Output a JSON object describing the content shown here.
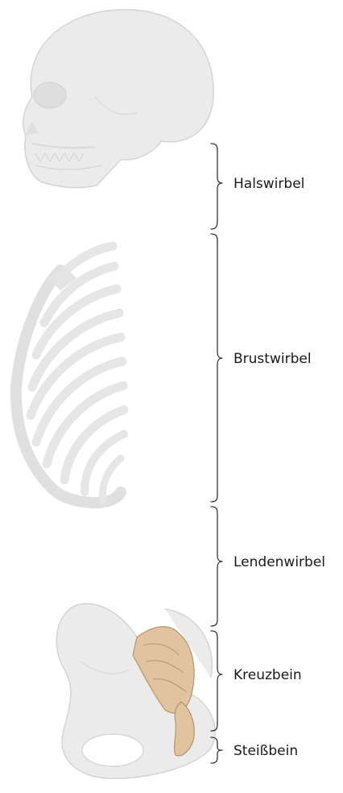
{
  "regions": [
    {
      "id": "cervical",
      "label": "Halswirbel",
      "color": "#e2b79e",
      "stroke": "#b48a72"
    },
    {
      "id": "thoracic",
      "label": "Brustwirbel",
      "color": "#b9c8d6",
      "stroke": "#8c9fb2"
    },
    {
      "id": "lumbar",
      "label": "Lendenwirbel",
      "color": "#d9d8b8",
      "stroke": "#a9a783"
    },
    {
      "id": "sacrum",
      "label": "Kreuzbein",
      "color": "#e1c49f",
      "stroke": "#b3956f"
    },
    {
      "id": "coccyx",
      "label": "Steißbein",
      "color": "#e1c49f",
      "stroke": "#b3956f"
    }
  ],
  "colors": {
    "bone_background": "#ebebeb",
    "bone_outline": "#d4d4d4",
    "label_text": "#1a1a1a",
    "bracket_line": "#333333"
  }
}
